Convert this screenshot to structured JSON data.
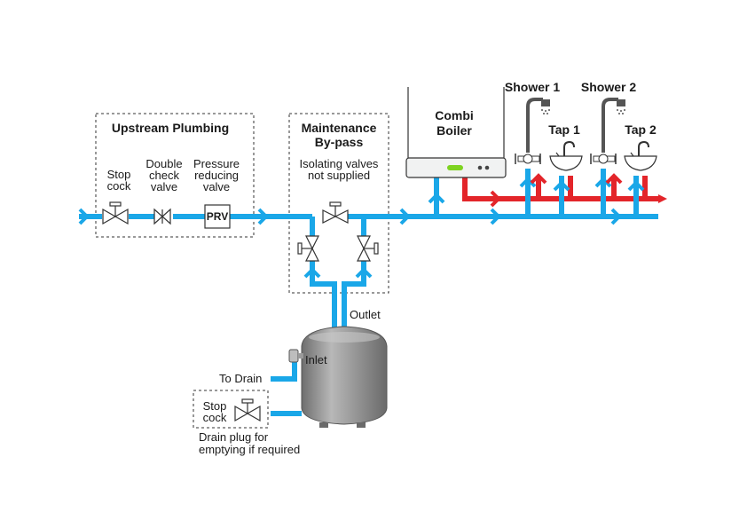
{
  "colors": {
    "cold_water": "#1aa7e8",
    "hot_water": "#e3252a",
    "tank": "#8e8e8e",
    "outline": "#333333",
    "boiler_indicator": "#7ed321"
  },
  "upstream": {
    "title": "Upstream Plumbing",
    "stop_cock": [
      "Stop",
      "cock"
    ],
    "double_check": [
      "Double",
      "check",
      "valve"
    ],
    "prv_label": [
      "Pressure",
      "reducing",
      "valve"
    ],
    "prv_box": "PRV"
  },
  "bypass": {
    "title": [
      "Maintenance",
      "By-pass"
    ],
    "note": [
      "Isolating valves",
      "not supplied"
    ]
  },
  "boiler": {
    "title": [
      "Combi",
      "Boiler"
    ]
  },
  "outlets": {
    "shower1": "Shower 1",
    "shower2": "Shower 2",
    "tap1": "Tap 1",
    "tap2": "Tap 2"
  },
  "tank": {
    "outlet": "Outlet",
    "inlet": "Inlet",
    "to_drain": "To Drain",
    "stop_cock": [
      "Stop",
      "cock"
    ],
    "drain_note": [
      "Drain plug for",
      "emptying if required"
    ]
  }
}
